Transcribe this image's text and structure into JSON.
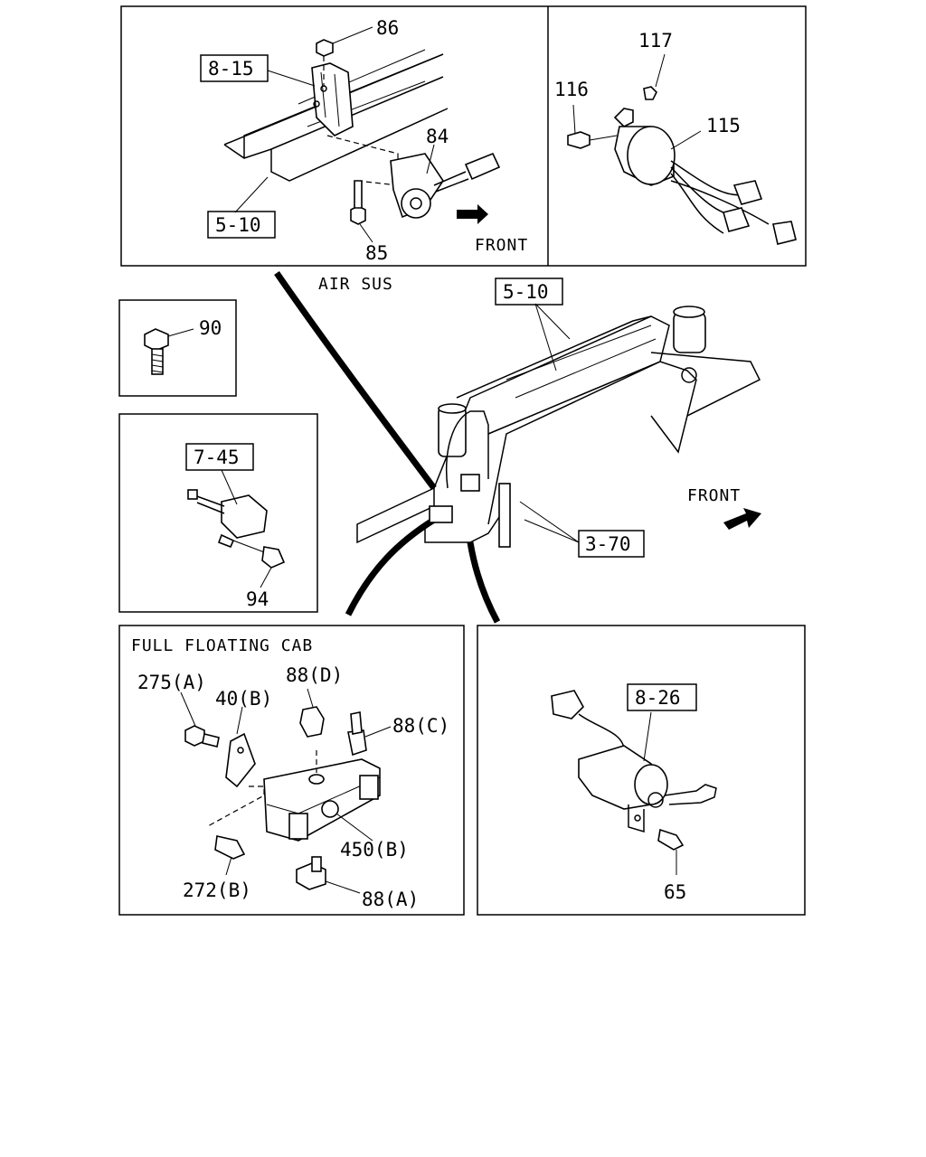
{
  "panels": {
    "top_left": {
      "labels": {
        "p86": "86",
        "p8_15": "8-15",
        "p84": "84",
        "p5_10": "5-10",
        "p85": "85",
        "front": "FRONT"
      }
    },
    "top_right": {
      "labels": {
        "p117": "117",
        "p116": "116",
        "p115": "115"
      }
    },
    "center": {
      "air_sus": "AIR SUS",
      "labels": {
        "p5_10": "5-10",
        "front": "FRONT",
        "p3_70": "3-70"
      }
    },
    "bolt_box": {
      "labels": {
        "p90": "90"
      }
    },
    "switch_box": {
      "labels": {
        "p7_45": "7-45",
        "p94": "94"
      }
    },
    "bottom_left": {
      "caption": "FULL FLOATING CAB",
      "labels": {
        "p275a": "275(A)",
        "p40b": "40(B)",
        "p88d": "88(D)",
        "p88c": "88(C)",
        "p450b": "450(B)",
        "p272b": "272(B)",
        "p88a": "88(A)"
      }
    },
    "bottom_right": {
      "labels": {
        "p8_26": "8-26",
        "p65": "65"
      }
    }
  }
}
